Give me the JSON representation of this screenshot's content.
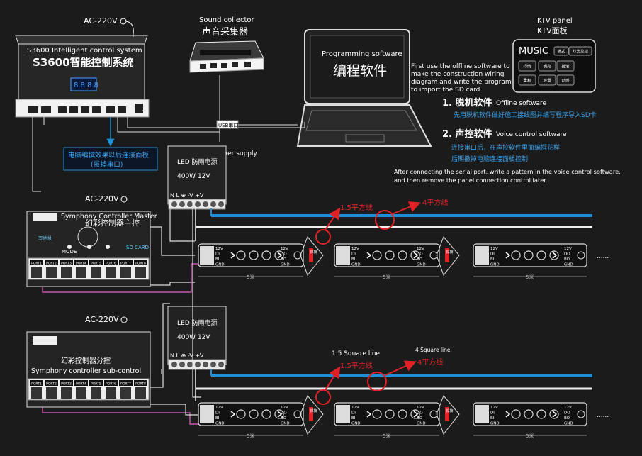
{
  "power": {
    "ac_label": "AC-220V"
  },
  "s3600": {
    "title_en": "S3600 Intelligent control system",
    "title_cn": "S3600智能控制系统",
    "display": "8.8.8.8"
  },
  "sound": {
    "title_en": "Sound collector",
    "title_cn": "声音采集器"
  },
  "laptop": {
    "title_en": "Programming software",
    "title_cn": "编程软件"
  },
  "ktv": {
    "title_en": "KTV panel",
    "title_cn": "KTV面板",
    "music_label": "MUSIC",
    "buttons": [
      "模式",
      "灯光总控",
      "抒情",
      "明亮",
      "摇滚",
      "柔和",
      "浪漫",
      "动感"
    ]
  },
  "usb_label": "USB串口",
  "notes": {
    "offline_intro": "First use the offline software to make the construction wiring diagram and write the program to import the SD card",
    "offline_title_cn": "1. 脱机软件",
    "offline_title_en": "Offline software",
    "offline_desc_cn": "先用脱机软件做好施工接线图并编写程序导入SD卡",
    "voice_title_cn": "2. 声控软件",
    "voice_title_en": "Voice control software",
    "voice_desc_cn_1": "连接串口后，在声控软件里面编撰花样",
    "voice_desc_cn_2": "后期撤掉电脑连接面板控制",
    "voice_desc_en_1": "After connecting the serial port, write a pattern in the voice control software,",
    "voice_desc_en_2": "and then remove the panel connection control later"
  },
  "blue_note": {
    "line1": "电脑编撰效果以后连接面板",
    "line2": "(拔掉串口)"
  },
  "psu": {
    "label_en": "LED Rainproof power supply",
    "label_cn": "LED 防雨电源",
    "spec": "400W  12V",
    "terminals": "N L ⊕  -V  +V"
  },
  "master": {
    "title_en": "Symphony Controller Master",
    "title_cn": "幻彩控制器主控",
    "mode": "MODE",
    "sd": "SD CARD",
    "small": "写地址",
    "ports": [
      "PORT1",
      "PORT2",
      "PORT3",
      "PORT4",
      "PORT5",
      "PORT6",
      "PORT7",
      "PORT8"
    ]
  },
  "sub": {
    "title_cn": "幻彩控制器分控",
    "title_en": "Symphony controller sub-control",
    "ports": [
      "PORT1",
      "PORT2",
      "PORT3",
      "PORT4",
      "PORT5",
      "PORT6",
      "PORT7",
      "PORT8"
    ]
  },
  "cables": {
    "wire15_cn": "1.5平方线",
    "wire4_cn": "4平方线",
    "wire15_en": "1.5 Square line",
    "wire4_en": "4 Square line"
  },
  "strip": {
    "pins_left": [
      "12V",
      "DI",
      "BI",
      "GND"
    ],
    "pins_right": [
      "12V",
      "DO",
      "BO",
      "GND"
    ],
    "length": "5米",
    "tail": "......",
    "joint": "焊接"
  },
  "colors": {
    "cable_blue": "#1e8fd6",
    "arrow_red": "#e22127",
    "note_blue": "#3aa0e8",
    "bg": "#1b1b1b"
  }
}
